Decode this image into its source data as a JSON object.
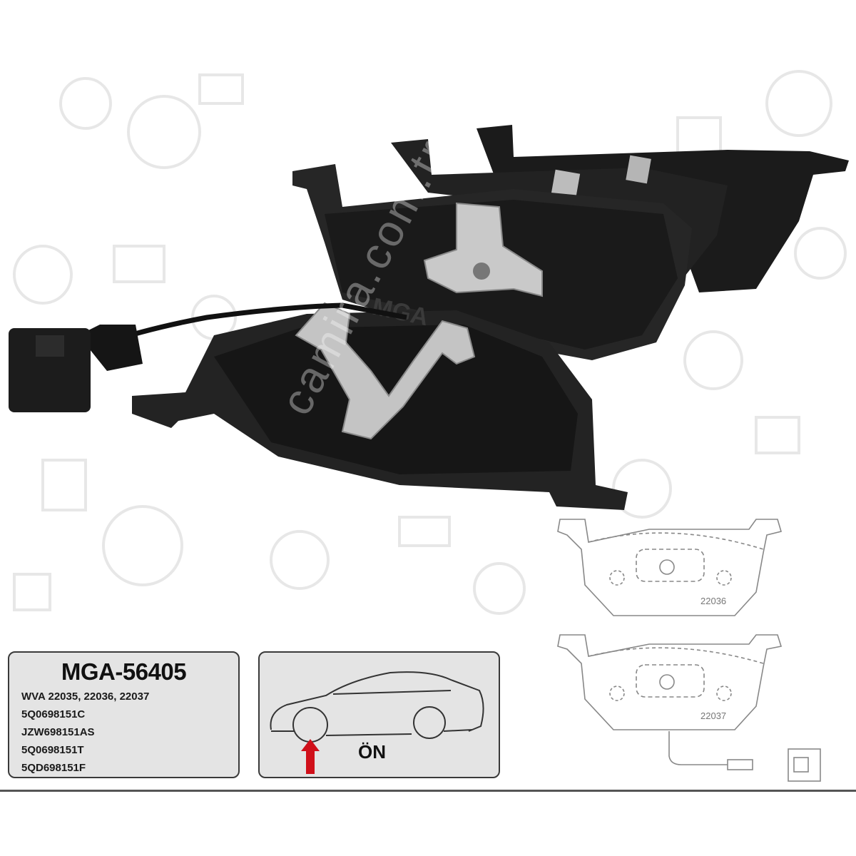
{
  "product": {
    "code": "MGA-56405",
    "references": [
      "WVA 22035, 22036, 22037",
      "5Q0698151C",
      "JZW698151AS",
      "5Q0698151T",
      "5QD698151F"
    ],
    "position_label": "ÖN",
    "pad_brand": "MGA"
  },
  "drawings": {
    "top_label": "22036",
    "bottom_label": "22037"
  },
  "watermark": "camira.com.tr",
  "colors": {
    "pad": "#1e1e1e",
    "box": "#e4e4e4",
    "arrow": "#d0101a"
  }
}
